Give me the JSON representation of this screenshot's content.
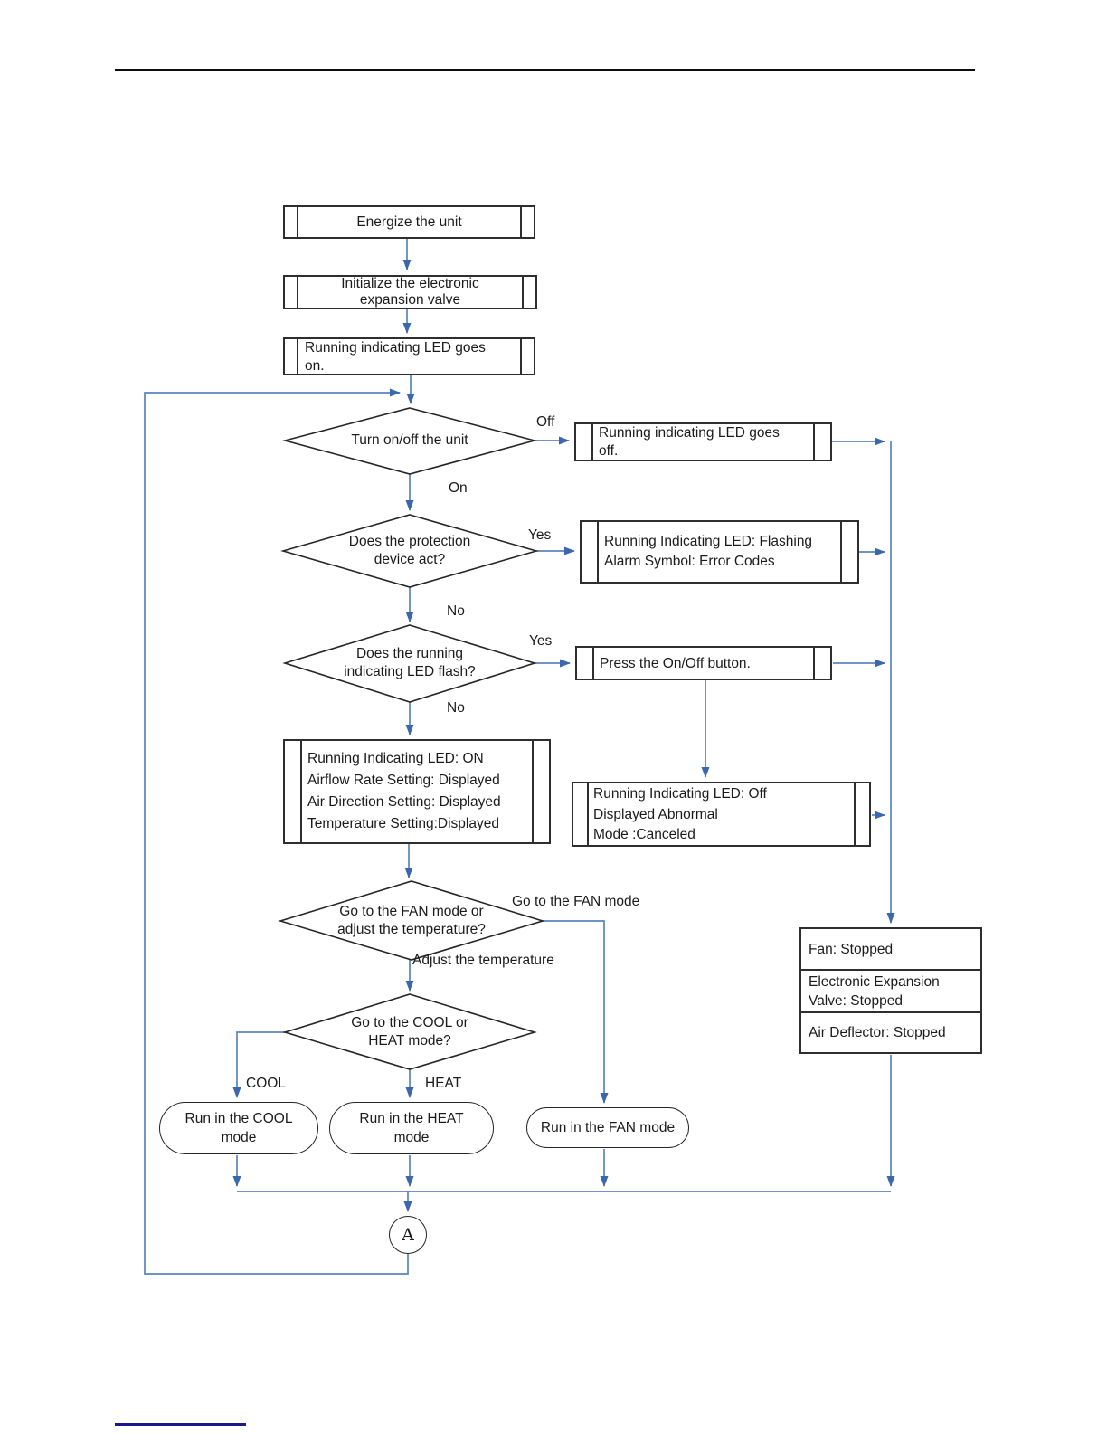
{
  "document": {
    "kind": "flowchart-manual-page",
    "title": "Air conditioner operation flowchart"
  },
  "colors": {
    "connector_line": "#5c84bd",
    "arrow_fill": "#3b67ae",
    "shape_border": "#2e2e2e",
    "text": "#1b1b1b",
    "top_rule": "#0d0d0d",
    "bottom_rule": "#19198c",
    "background": "#ffffff"
  },
  "nodes": {
    "energize": "Energize the unit",
    "init_valve": "Initialize the electronic\nexpansion valve",
    "led_on": "Running indicating LED goes\non.",
    "turn_on_off": "Turn on/off the unit",
    "led_off": "Running indicating LED goes\noff.",
    "protection": "Does the protection\ndevice act?",
    "flashing": "Running Indicating LED: Flashing\nAlarm Symbol: Error Codes",
    "led_flash_q": "Does the running\nindicating LED flash?",
    "press_onoff": "Press the On/Off button.",
    "status_on": "Running Indicating LED: ON\nAirflow Rate Setting: Displayed\nAir Direction Setting: Displayed\nTemperature Setting:Displayed",
    "abnormal": "Running Indicating LED: Off\nDisplayed Abnormal\nMode :Canceled",
    "fan_or_temp": "Go to the FAN mode or\nadjust the temperature?",
    "cool_or_heat": "Go to the COOL or\nHEAT mode?",
    "run_cool": "Run in the COOL\nmode",
    "run_heat": "Run in the HEAT\nmode",
    "run_fan": "Run in the FAN mode",
    "stopped_rows": {
      "fan": "Fan: Stopped",
      "eev": "Electronic Expansion\nValve: Stopped",
      "deflector": "Air Deflector: Stopped"
    },
    "connector_a": "A"
  },
  "edge_labels": {
    "off": "Off",
    "on": "On",
    "yes_protection": "Yes",
    "no_protection": "No",
    "yes_flash": "Yes",
    "no_flash": "No",
    "go_fan": "Go to the FAN mode",
    "adjust_temp": "Adjust the temperature",
    "cool": "COOL",
    "heat": "HEAT"
  }
}
